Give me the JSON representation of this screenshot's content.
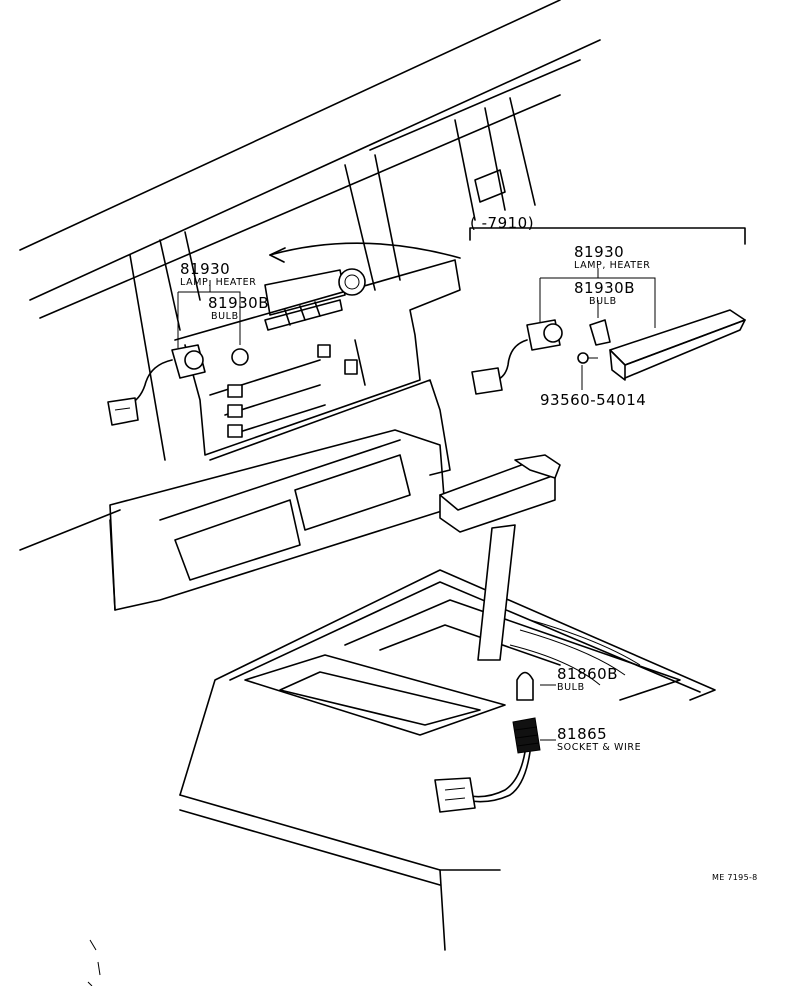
{
  "group_label": "(      -7910)",
  "left_group": {
    "lamp_part_no": "81930",
    "lamp_name": "LAMP, HEATER",
    "bulb_part_no": "81930B",
    "bulb_name": "BULB"
  },
  "right_group": {
    "lamp_part_no": "81930",
    "lamp_name": "LAMP, HEATER",
    "bulb_part_no": "81930B",
    "bulb_name": "BULB",
    "screw_part_no": "93560-54014"
  },
  "shift_group": {
    "bulb_part_no": "81860B",
    "bulb_name": "BULB",
    "socket_part_no": "81865",
    "socket_name": "SOCKET & WIRE"
  },
  "figure_code": "ME 7195-8"
}
